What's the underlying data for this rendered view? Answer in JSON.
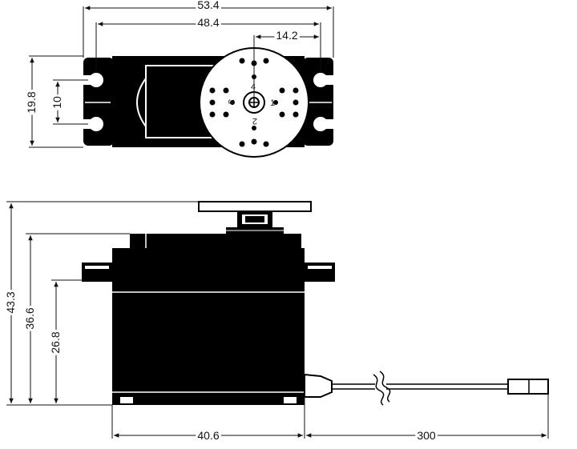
{
  "top_view": {
    "dim_overall_width": "53.4",
    "dim_mount_hole_spacing": "48.4",
    "dim_shaft_offset": "14.2",
    "dim_height": "19.8",
    "dim_hole_pitch": "10",
    "horn_arm_labels": [
      "1",
      "2",
      "3",
      "4"
    ]
  },
  "side_view": {
    "dim_total_height": "43.3",
    "dim_case_height": "36.6",
    "dim_flange_height": "26.8",
    "dim_case_width": "40.6",
    "dim_cable_length": "300"
  },
  "colors": {
    "body": "#000000",
    "line": "#111111",
    "background": "#ffffff"
  }
}
